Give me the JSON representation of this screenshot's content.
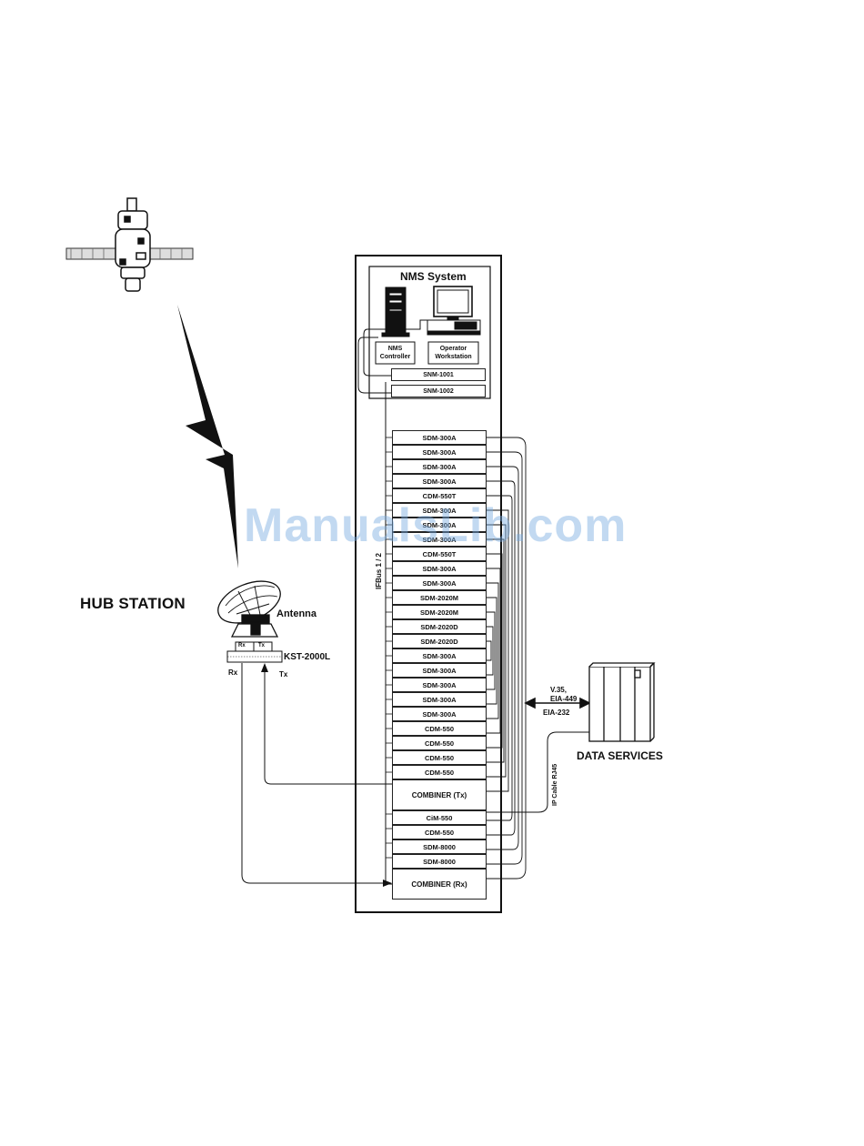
{
  "labels": {
    "hub_station": "HUB STATION",
    "antenna": "Antenna",
    "kst": "KST-2000L",
    "rx_small": "Rx",
    "tx_small": "Tx",
    "rx": "Rx",
    "tx": "Tx",
    "data_services": "DATA SERVICES",
    "interfaces": "V.35,\nEIA-449",
    "eia232": "EIA-232",
    "ifbus": "IFBus 1 / 2",
    "ip_cable": "IP Cable RJ45",
    "nms_system": "NMS System",
    "nms_controller": "NMS\nController",
    "operator_workstation": "Operator\nWorkstation",
    "watermark": "ManualsLib.com"
  },
  "nms_units": [
    "SNM-1001",
    "SNM-1002"
  ],
  "rack_units": [
    "SDM-300A",
    "SDM-300A",
    "SDM-300A",
    "SDM-300A",
    "CDM-550T",
    "SDM-300A",
    "SDM-300A",
    "SDM-300A",
    "CDM-550T",
    "SDM-300A",
    "SDM-300A",
    "SDM-2020M",
    "SDM-2020M",
    "SDM-2020D",
    "SDM-2020D",
    "SDM-300A",
    "SDM-300A",
    "SDM-300A",
    "SDM-300A",
    "SDM-300A",
    "CDM-550",
    "CDM-550",
    "CDM-550",
    "CDM-550",
    "COMBINER  (Tx)",
    "CiM-550",
    "CDM-550",
    "SDM-8000",
    "SDM-8000",
    "COMBINER  (Rx)"
  ]
}
